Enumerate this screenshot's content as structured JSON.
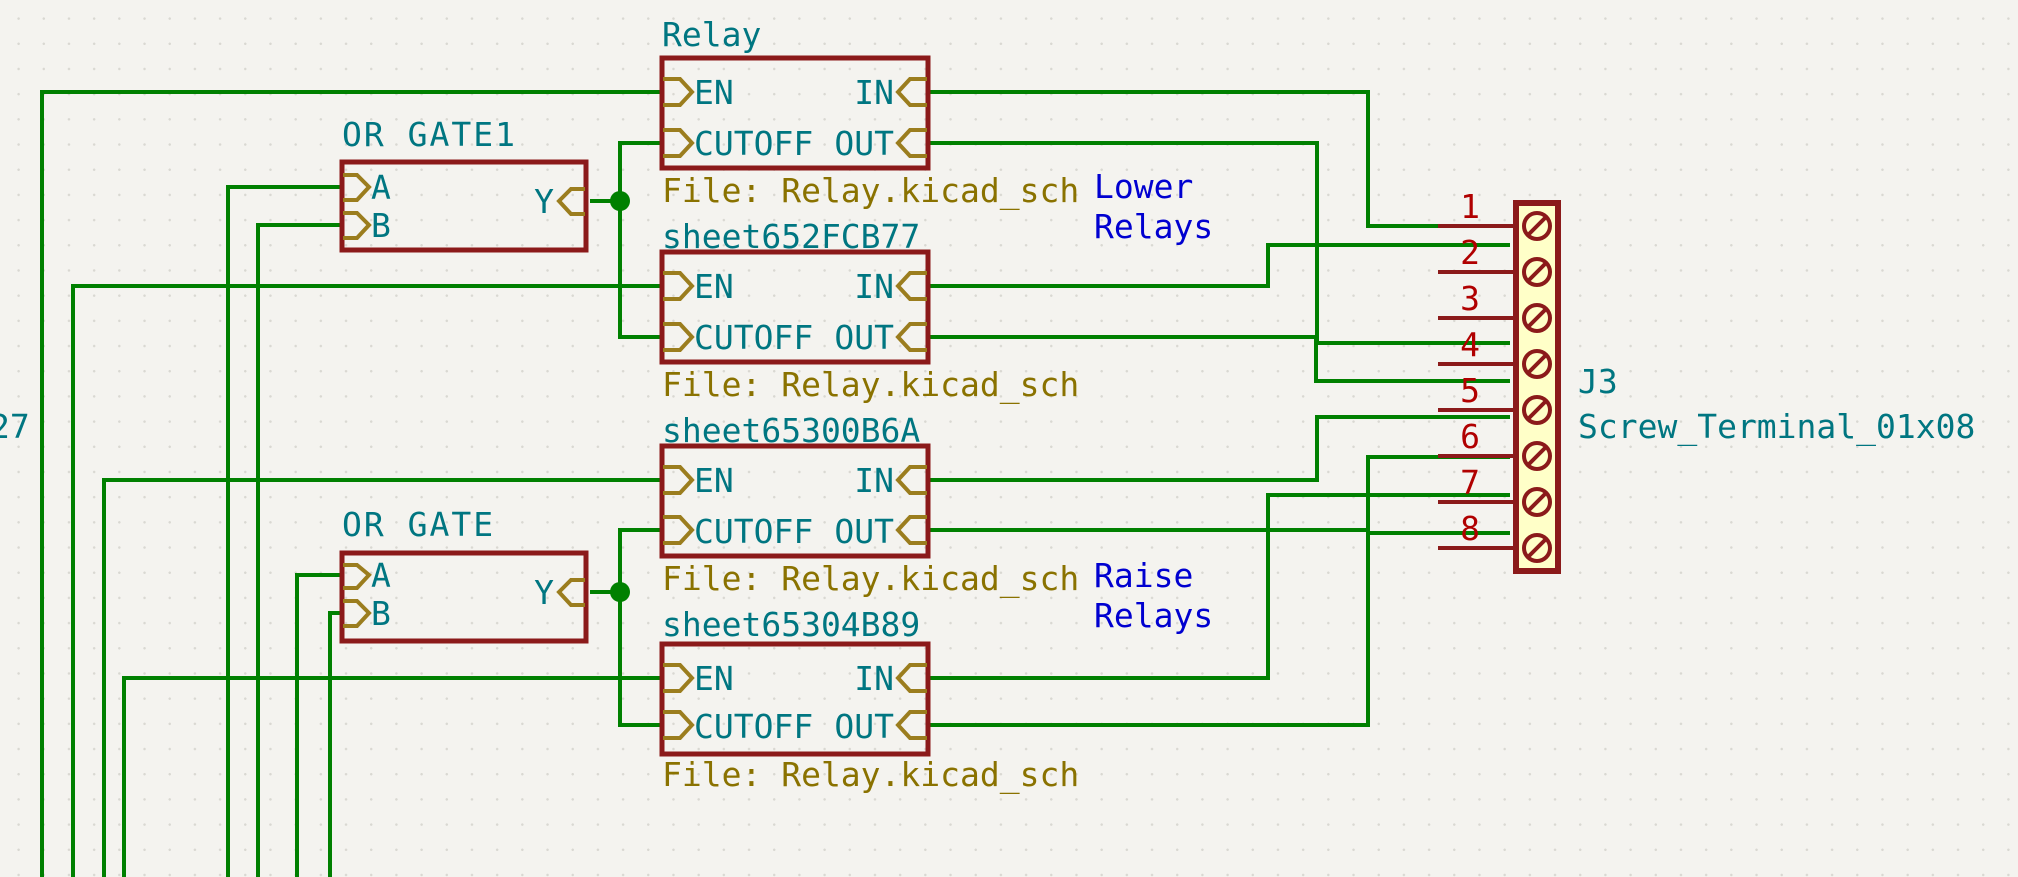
{
  "app": {
    "kind": "kicad-schematic-canvas",
    "background_color": "#f4f3ef",
    "wire_color": "#008000",
    "symbol_outline_color": "#8b1a1a",
    "pin_text_color": "#007681",
    "file_text_color": "#8a7200",
    "label_color": "#0000d0",
    "connector_fill_color": "#ffffc8"
  },
  "sheets": [
    {
      "id": "relay-lower-1",
      "title": "Relay",
      "file_label": "File: Relay.kicad_sch",
      "sheet_file": "sheet652FCB77",
      "pins_left": [
        "EN",
        "CUTOFF"
      ],
      "pins_right": [
        "IN",
        "OUT"
      ]
    },
    {
      "id": "relay-lower-2",
      "title": "",
      "file_label": "File: Relay.kicad_sch",
      "sheet_file": "sheet65300B6A",
      "pins_left": [
        "EN",
        "CUTOFF"
      ],
      "pins_right": [
        "IN",
        "OUT"
      ]
    },
    {
      "id": "relay-raise-1",
      "title": "",
      "file_label": "File: Relay.kicad_sch",
      "sheet_file": "sheet65304B89",
      "pins_left": [
        "EN",
        "CUTOFF"
      ],
      "pins_right": [
        "IN",
        "OUT"
      ]
    },
    {
      "id": "relay-raise-2",
      "title": "",
      "file_label": "File: Relay.kicad_sch",
      "sheet_file": "",
      "pins_left": [
        "EN",
        "CUTOFF"
      ],
      "pins_right": [
        "IN",
        "OUT"
      ]
    }
  ],
  "gates": [
    {
      "id": "or-gate-1",
      "name": "OR GATE1",
      "inputs": [
        "A",
        "B"
      ],
      "output": "Y"
    },
    {
      "id": "or-gate-2",
      "name": "OR GATE",
      "inputs": [
        "A",
        "B"
      ],
      "output": "Y"
    }
  ],
  "text_labels": [
    {
      "id": "lower-relays",
      "line1": "Lower",
      "line2": "Relays"
    },
    {
      "id": "raise-relays",
      "line1": "Raise",
      "line2": "Relays"
    }
  ],
  "clipped_text": {
    "value": "27"
  },
  "connector": {
    "reference": "J3",
    "value": "Screw_Terminal_01x08",
    "pin_numbers": [
      "1",
      "2",
      "3",
      "4",
      "5",
      "6",
      "7",
      "8"
    ]
  }
}
